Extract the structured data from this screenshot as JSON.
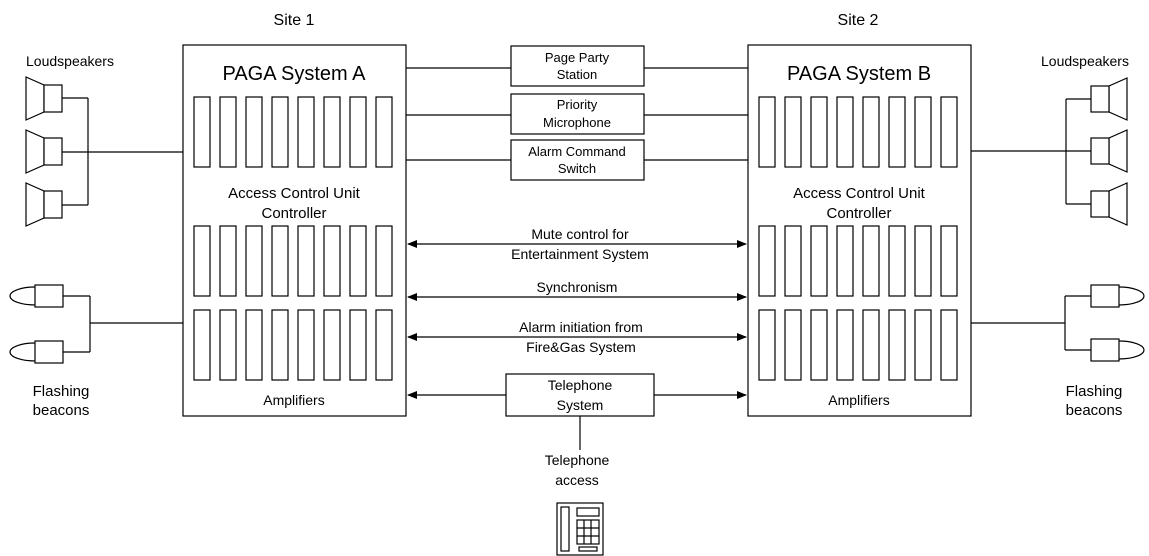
{
  "sites": {
    "site1": "Site 1",
    "site2": "Site 2"
  },
  "system_a": {
    "title": "PAGA System A",
    "controller_line1": "Access Control Unit",
    "controller_line2": "Controller",
    "amplifiers": "Amplifiers"
  },
  "system_b": {
    "title": "PAGA System B",
    "controller_line1": "Access Control Unit",
    "controller_line2": "Controller",
    "amplifiers": "Amplifiers"
  },
  "left": {
    "loudspeakers": "Loudspeakers",
    "flashing_line1": "Flashing",
    "flashing_line2": "beacons"
  },
  "right": {
    "loudspeakers": "Loudspeakers",
    "flashing_line1": "Flashing",
    "flashing_line2": "beacons"
  },
  "stations": {
    "page_party_line1": "Page Party",
    "page_party_line2": "Station",
    "priority_line1": "Priority",
    "priority_line2": "Microphone",
    "alarm_cmd_line1": "Alarm Command",
    "alarm_cmd_line2": "Switch"
  },
  "links": {
    "mute_line1": "Mute control for",
    "mute_line2": "Entertainment System",
    "sync": "Synchronism",
    "alarm_init_line1": "Alarm initiation from",
    "alarm_init_line2": "Fire&Gas System"
  },
  "telephone": {
    "system_line1": "Telephone",
    "system_line2": "System",
    "access_line1": "Telephone",
    "access_line2": "access"
  }
}
